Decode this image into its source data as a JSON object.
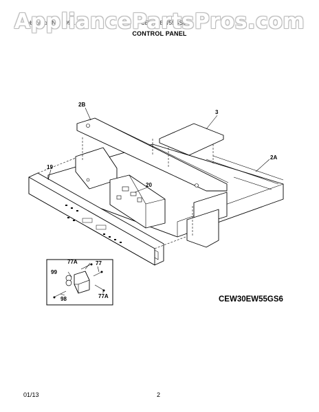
{
  "watermark": "AppliancePartsPros.com",
  "header": {
    "left_text": "Publication No. 5995...",
    "model_text": "CEW30EW55GS6",
    "section_title": "CONTROL PANEL"
  },
  "callouts": {
    "c2b": "2B",
    "c3": "3",
    "c2a": "2A",
    "c19": "19",
    "c20": "20",
    "c77a_top": "77A",
    "c77": "77",
    "c99": "99",
    "c98": "98",
    "c77a_bottom": "77A"
  },
  "model_label": "CEW30EW55GS6",
  "footer": {
    "date": "01/13",
    "page_number": "2"
  }
}
